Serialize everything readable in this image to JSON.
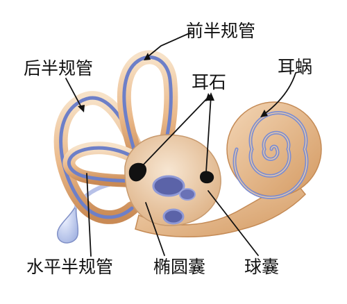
{
  "labels": {
    "anterior_canal": "前半规管",
    "posterior_canal": "后半规管",
    "cochlea": "耳蜗",
    "otolith": "耳石",
    "horizontal_canal": "水平半规管",
    "utricle": "椭圆囊",
    "saccule": "球囊"
  },
  "colors": {
    "bone_light": "#f5dcc0",
    "bone_mid": "#e7b88a",
    "bone_dark": "#c98a55",
    "duct_blue": "#6d7fc8",
    "duct_light": "#a9b5e6",
    "otolith_black": "#111111",
    "pointer": "#111111"
  }
}
